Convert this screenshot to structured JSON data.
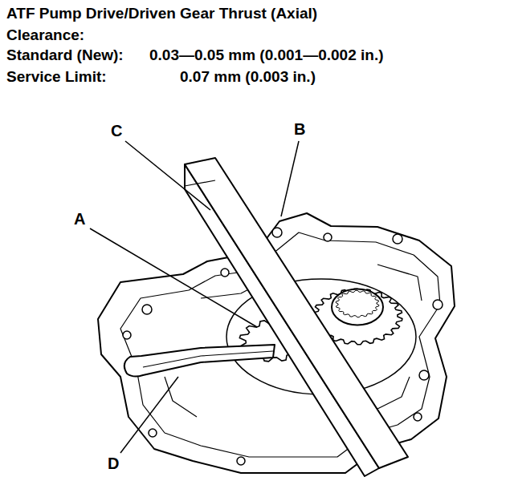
{
  "diagram": {
    "title": "ATF Pump Drive/Driven Gear Thrust (Axial) Clearance:",
    "labels": [
      "Standard (New):",
      "0.03—0.05 mm (0.001—0.002 in.)",
      "Service Limit:",
      "0.07 mm (0.003 in.)",
      "A",
      "B",
      "C",
      "D"
    ]
  }
}
